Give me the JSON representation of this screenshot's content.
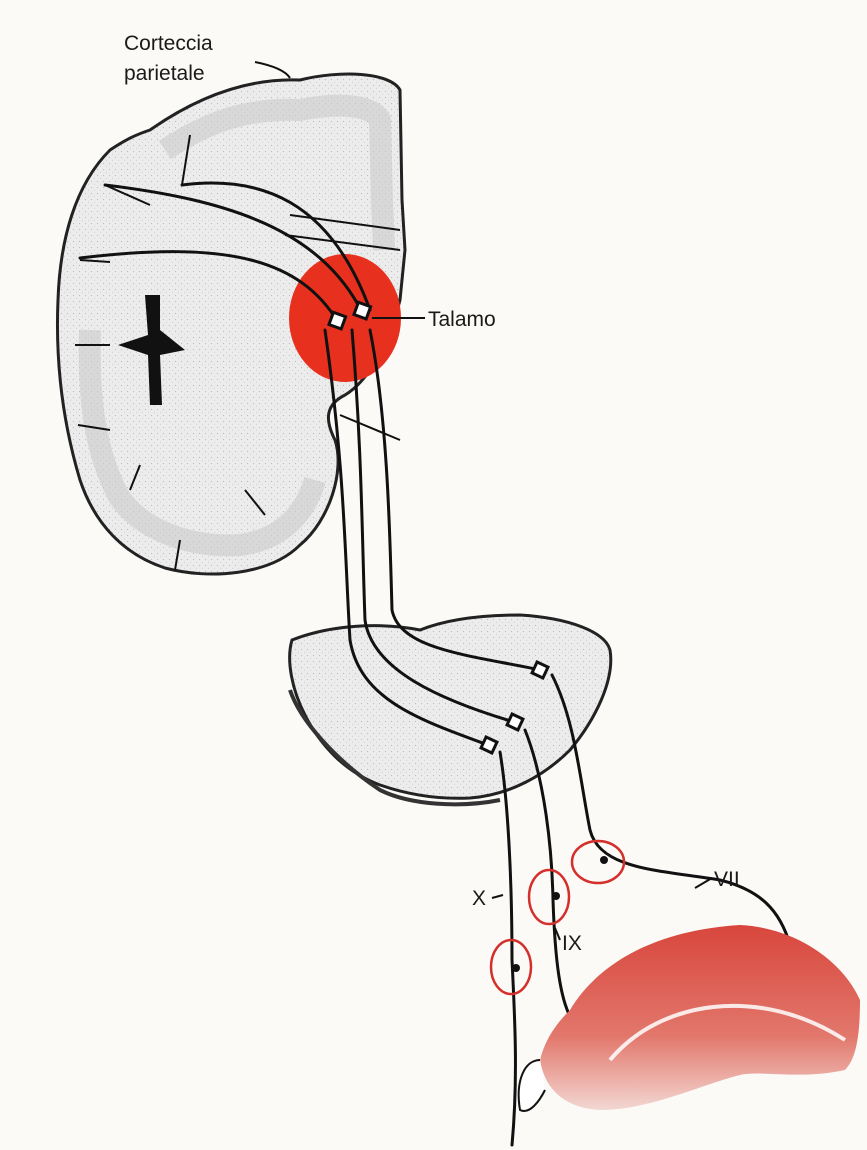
{
  "labels": {
    "parietal_cortex_line1": "Corteccia",
    "parietal_cortex_line2": "parietale",
    "thalamus": "Talamo",
    "nerve_vii": "VII",
    "nerve_ix": "IX",
    "nerve_x": "X"
  },
  "colors": {
    "thalamus": "#e8301e",
    "ganglion_outline": "#d42f2a",
    "tongue": "#d8463c",
    "brain_fill": "#e9e9e9",
    "grey_matter": "#c8c8c8",
    "ink": "#111111"
  }
}
